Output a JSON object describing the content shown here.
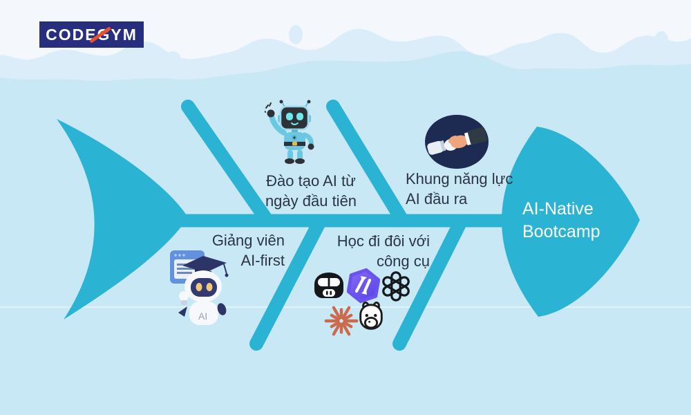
{
  "logo": {
    "text": "CODEGYM"
  },
  "colors": {
    "background": "#c9e8f6",
    "wave_mid": "#dbedf9",
    "wave_top": "#f4f7fb",
    "fish": "#2bb3d4",
    "logo_bg": "#262e7d",
    "logo_slash": "#e8502f",
    "text_dark": "#2b3447",
    "text_light": "#ffffff",
    "badge_navy": "#1d2a52",
    "claude_orange": "#cc6a4d",
    "trae_purple": "#6b52ee"
  },
  "diagram": {
    "type": "fishbone",
    "head": {
      "label": "AI-Native\nBootcamp"
    },
    "branches": {
      "top_left": {
        "label": "Đào tạo AI từ\nngày đầu tiên",
        "icon": "waving-robot-icon"
      },
      "top_right": {
        "label": "Khung năng lực\nAI đầu ra",
        "icon": "human-robot-handshake-icon"
      },
      "bottom_left": {
        "label": "Giảng viên\nAI-first",
        "icon": "robot-teacher-icon"
      },
      "bottom_middle": {
        "label": "Học đi đôi với\ncông cụ",
        "icons": [
          "github-copilot-icon",
          "trae-icon",
          "openai-icon",
          "claude-icon",
          "ollama-icon"
        ]
      }
    },
    "robot_chest_text": "AI"
  }
}
